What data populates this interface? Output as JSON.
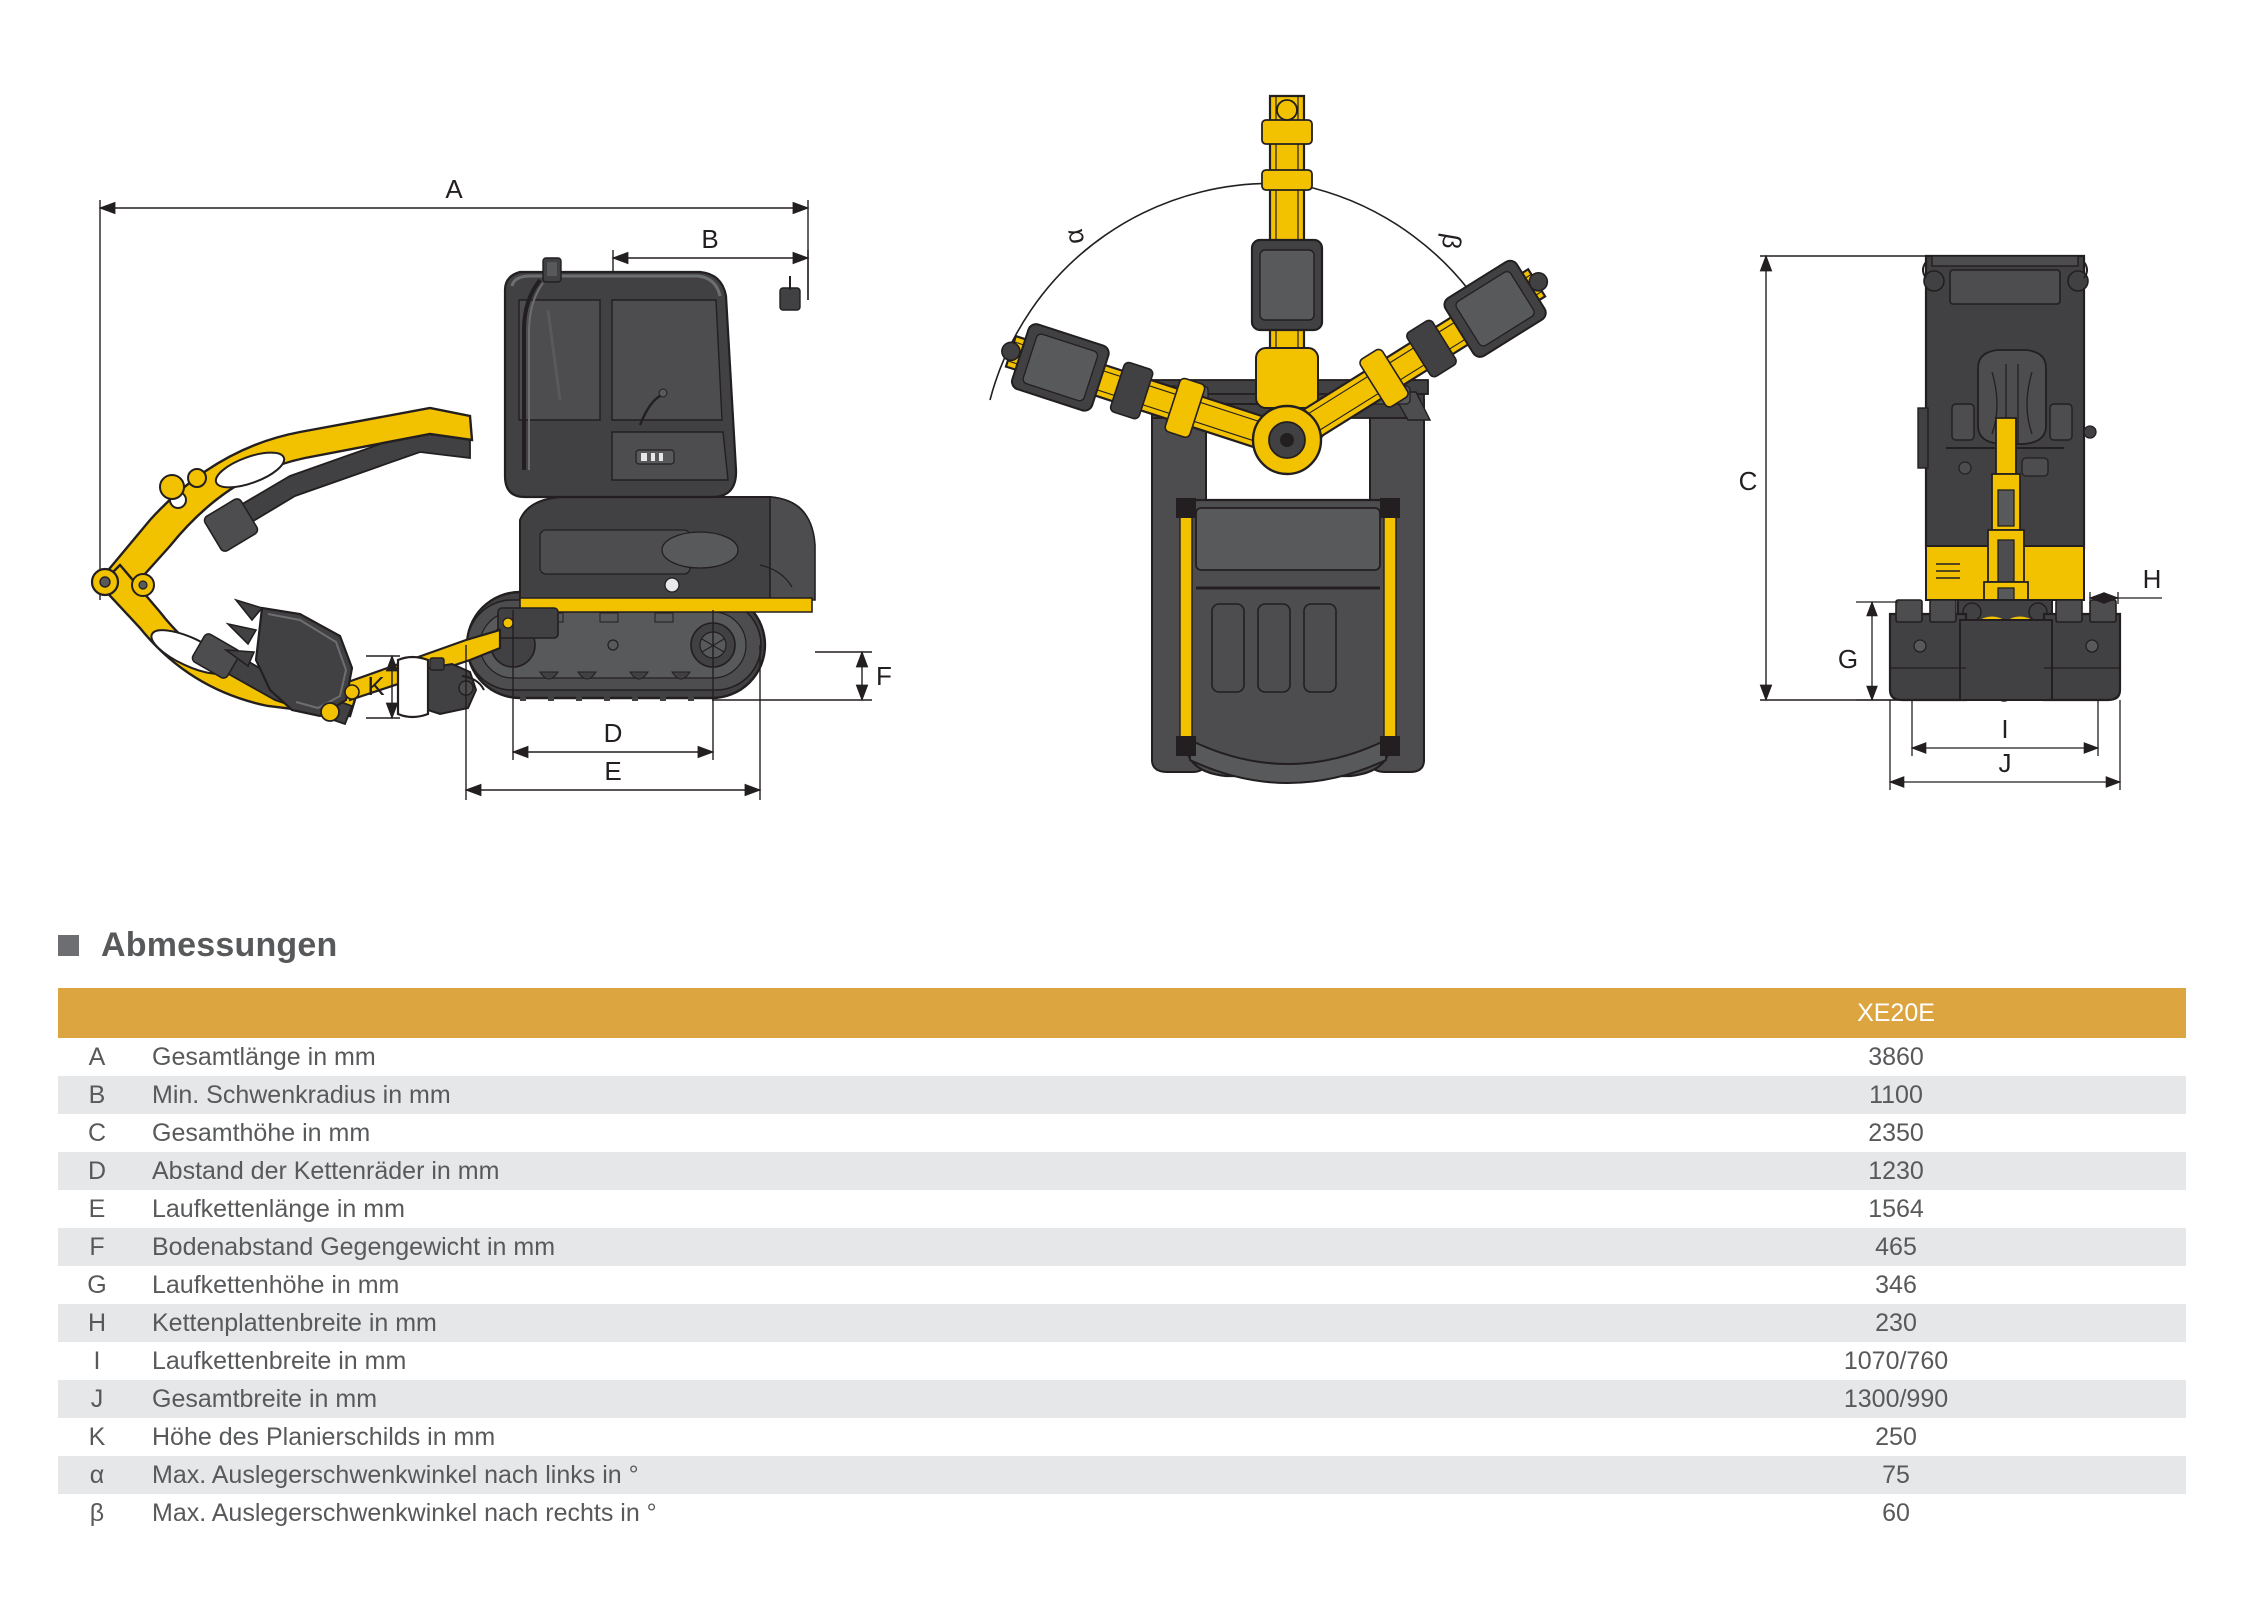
{
  "section": {
    "title": "Abmessungen",
    "bullet_icon": "square-bullet-icon",
    "accent_color": "#dca540",
    "stripe_color": "#e6e7e8",
    "text_color": "#58595b"
  },
  "table": {
    "columns": {
      "key": "",
      "description": "",
      "value": "XE20E"
    },
    "rows": [
      {
        "key": "A",
        "description": "Gesamtlänge in mm",
        "value": "3860"
      },
      {
        "key": "B",
        "description": "Min. Schwenkradius in mm",
        "value": "1100"
      },
      {
        "key": "C",
        "description": "Gesamthöhe in mm",
        "value": "2350"
      },
      {
        "key": "D",
        "description": "Abstand der Kettenräder in mm",
        "value": "1230"
      },
      {
        "key": "E",
        "description": "Laufkettenlänge in mm",
        "value": "1564"
      },
      {
        "key": "F",
        "description": "Bodenabstand Gegengewicht in mm",
        "value": "465"
      },
      {
        "key": "G",
        "description": "Laufkettenhöhe in mm",
        "value": "346"
      },
      {
        "key": "H",
        "description": "Kettenplattenbreite in mm",
        "value": "230"
      },
      {
        "key": "I",
        "description": "Laufkettenbreite in mm",
        "value": "1070/760"
      },
      {
        "key": "J",
        "description": "Gesamtbreite in mm",
        "value": "1300/990"
      },
      {
        "key": "K",
        "description": "Höhe des Planierschilds in mm",
        "value": "250"
      },
      {
        "key": "α",
        "description": "Max. Auslegerschwenkwinkel nach links in °",
        "value": "75"
      },
      {
        "key": "β",
        "description": "Max. Auslegerschwenkwinkel nach rechts in °",
        "value": "60"
      }
    ]
  },
  "drawings": {
    "side_view": {
      "name": "excavator-side-view",
      "dimension_labels": [
        "A",
        "B",
        "D",
        "E",
        "F",
        "K"
      ]
    },
    "top_view": {
      "name": "excavator-top-view",
      "dimension_labels": [
        "α",
        "β"
      ]
    },
    "front_view": {
      "name": "excavator-front-view",
      "dimension_labels": [
        "C",
        "G",
        "H",
        "I",
        "J"
      ]
    },
    "colors": {
      "machine_yellow": "#f2c200",
      "machine_dark": "#414042",
      "machine_mid": "#58595b",
      "line": "#231f20"
    }
  }
}
